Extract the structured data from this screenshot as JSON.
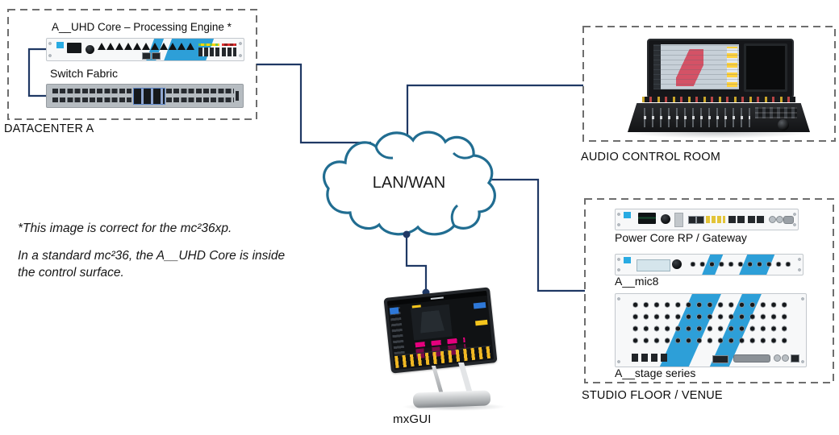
{
  "colors": {
    "wire": "#1f3864",
    "cloud_stroke": "#216d91",
    "box_border": "#6e6e6e",
    "accent_blue": "#29abe2"
  },
  "cloud": {
    "label": "LAN/WAN"
  },
  "datacenter": {
    "caption": "DATACENTER A",
    "uhd_core_label": "A__UHD Core – Processing Engine *",
    "switch_label": "Switch Fabric"
  },
  "audio_control_room": {
    "caption": "AUDIO CONTROL ROOM"
  },
  "studio_floor": {
    "caption": "STUDIO FLOOR / VENUE",
    "power_core_label": "Power Core RP / Gateway",
    "mic8_label": "A__mic8",
    "stage_label": "A__stage series"
  },
  "mxgui": {
    "caption": "mxGUI"
  },
  "note": {
    "para1": "*This image is correct for the mc²36xp.",
    "para2": "In a standard mc²36, the A__UHD Core is inside the control surface."
  }
}
